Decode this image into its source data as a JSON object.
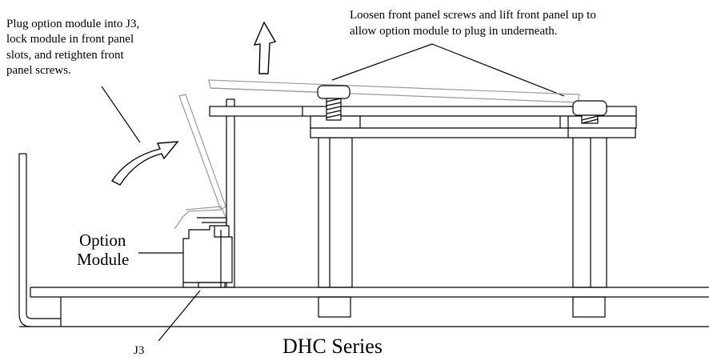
{
  "labels": {
    "plug_instruction": [
      "Plug option module into J3,",
      "lock module in front panel",
      "slots, and retighten front",
      "panel screws."
    ],
    "loosen_instruction": [
      "Loosen front panel screws and lift front panel up to",
      "allow option module to plug in underneath."
    ],
    "option_module": [
      "Option",
      "Module"
    ],
    "connector": "J3",
    "series_title": "DHC Series"
  },
  "colors": {
    "line": "#000000",
    "ghost": "#9a9a9a",
    "background": "#ffffff"
  },
  "icons": [
    "lift-arrow-icon",
    "insert-arrow-icon",
    "screw-icon"
  ]
}
